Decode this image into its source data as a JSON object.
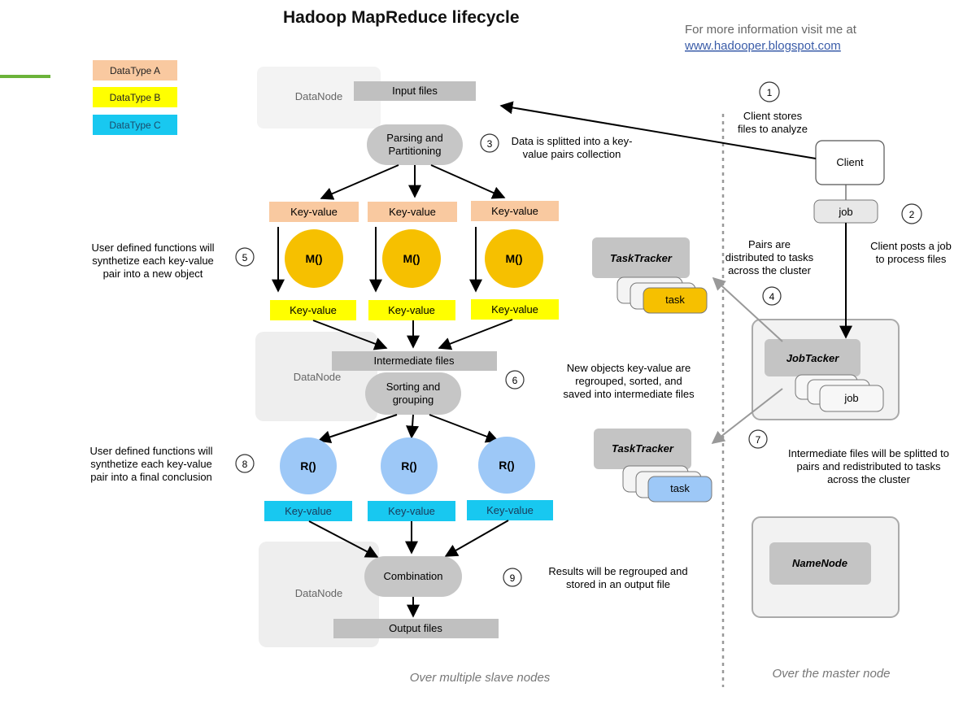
{
  "title": "Hadoop MapReduce lifecycle",
  "info": {
    "line1": "For more information visit me at",
    "url": "www.hadooper.blogspot.com"
  },
  "legend": [
    {
      "label": "DataType A",
      "color": "#f9c9a0",
      "text_color": "#222222"
    },
    {
      "label": "DataType B",
      "color": "#ffff00",
      "text_color": "#222222"
    },
    {
      "label": "DataType C",
      "color": "#18c8f0",
      "text_color": "#1a4a6a"
    }
  ],
  "datanode_label": "DataNode",
  "input_files": "Input files",
  "parsing": [
    "Parsing and",
    "Partitioning"
  ],
  "key_value": "Key-value",
  "map_fn": "M()",
  "intermediate_files": "Intermediate files",
  "sorting": [
    "Sorting and",
    "grouping"
  ],
  "reduce_fn": "R()",
  "combination": "Combination",
  "output_files": "Output files",
  "client": "Client",
  "job": "job",
  "task": "task",
  "tasktracker": "TaskTracker",
  "jobtracker": "JobTacker",
  "namenode": "NameNode",
  "steps": {
    "s1": {
      "num": "1",
      "lines": [
        "Client stores",
        "files to analyze"
      ]
    },
    "s2": {
      "num": "2",
      "lines": [
        "Client posts a job",
        "to process files"
      ]
    },
    "s3": {
      "num": "3",
      "lines": [
        "Data is splitted into a key-",
        "value pairs collection"
      ]
    },
    "s4": {
      "num": "4",
      "lines": [
        "Pairs are",
        "distributed to tasks",
        "across the cluster"
      ]
    },
    "s5": {
      "num": "5",
      "lines": [
        "User defined functions will",
        "synthetize each key-value",
        "pair into a new object"
      ]
    },
    "s6": {
      "num": "6",
      "lines": [
        "New objects key-value are",
        "regrouped, sorted, and",
        "saved into intermediate files"
      ]
    },
    "s7": {
      "num": "7",
      "lines": [
        "Intermediate files will be splitted to",
        "pairs and redistributed to tasks",
        "across the cluster"
      ]
    },
    "s8": {
      "num": "8",
      "lines": [
        "User defined functions will",
        "synthetize each key-value",
        "pair into a final conclusion"
      ]
    },
    "s9": {
      "num": "9",
      "lines": [
        "Results will be regrouped and",
        "stored in an output file"
      ]
    }
  },
  "footer_slave": "Over multiple slave nodes",
  "footer_master": "Over the master node",
  "colors": {
    "gray_box": "#c0c0c0",
    "gray_oval": "#c6c6c6",
    "map_circle": "#f6c000",
    "reduce_circle": "#9dc8f7",
    "task_yellow": "#f6c000",
    "task_blue": "#9dc8f7",
    "datanode_bg": "#efefef",
    "accent_green": "#6bb33a"
  }
}
